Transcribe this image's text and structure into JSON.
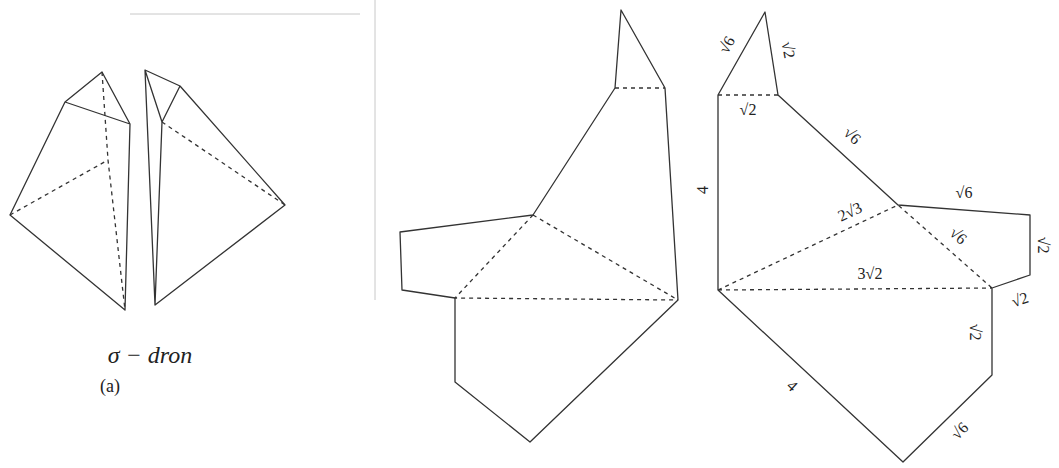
{
  "diagram": {
    "labels": [
      "σ − dron",
      "(a)",
      "√6",
      "√2",
      "√2",
      "√6",
      "4",
      "√6",
      "2√3",
      "√6",
      "√2",
      "3√2",
      "√2",
      "√2",
      "4",
      "√6"
    ]
  }
}
